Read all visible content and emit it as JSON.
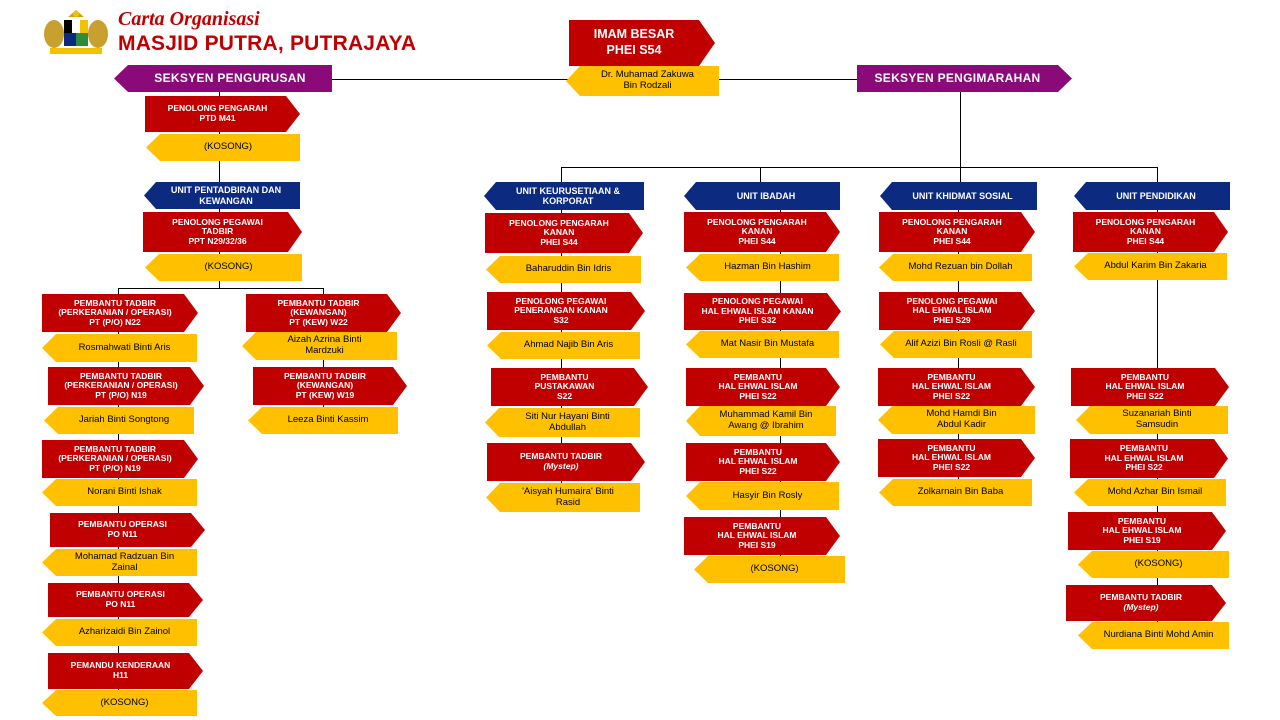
{
  "header": {
    "title_line1": "Carta Organisasi",
    "title_line2": "MASJID PUTRA, PUTRAJAYA"
  },
  "colors": {
    "red": "#c00000",
    "yellow": "#ffc000",
    "navy": "#0b2a80",
    "purple": "#8b0a7a"
  },
  "top": {
    "position_line1": "IMAM BESAR",
    "position_line2": "PHEI S54",
    "holder_line1": "Dr. Muhamad Zakuwa",
    "holder_line2": "Bin Rodzali"
  },
  "sections": {
    "left": "SEKSYEN PENGURUSAN",
    "right": "SEKSYEN PENGIMARAHAN"
  },
  "pengurusan": {
    "head": {
      "l1": "PENOLONG PENGARAH",
      "l2": "PTD M41",
      "holder": "(KOSONG)"
    },
    "unit": {
      "l1": "UNIT PENTADBIRAN DAN",
      "l2": "KEWANGAN"
    },
    "unit_head": {
      "l1": "PENOLONG PEGAWAI",
      "l2": "TADBIR",
      "l3": "PPT N29/32/36",
      "holder": "(KOSONG)"
    },
    "col_a": [
      {
        "l1": "PEMBANTU TADBIR",
        "l2": "(PERKERANIAN / OPERASI)",
        "l3": "PT (P/O) N22",
        "holder": "Rosmahwati Binti Aris"
      },
      {
        "l1": "PEMBANTU TADBIR",
        "l2": "(PERKERANIAN / OPERASI)",
        "l3": "PT (P/O) N19",
        "holder": "Jariah Binti Songtong"
      },
      {
        "l1": "PEMBANTU TADBIR",
        "l2": "(PERKERANIAN / OPERASI)",
        "l3": "PT (P/O) N19",
        "holder": "Norani Binti Ishak"
      },
      {
        "l1": "PEMBANTU OPERASI",
        "l2": "PO N11",
        "holder_l1": "Mohamad Radzuan Bin",
        "holder_l2": "Zainal"
      },
      {
        "l1": "PEMBANTU OPERASI",
        "l2": "PO N11",
        "holder": "Azharizaidi Bin Zainol"
      },
      {
        "l1": "PEMANDU KENDERAAN",
        "l2": "H11",
        "holder": "(KOSONG)"
      }
    ],
    "col_b": [
      {
        "l1": "PEMBANTU TADBIR",
        "l2": "(KEWANGAN)",
        "l3": "PT (KEW) W22",
        "holder_l1": "Aizah Azrina Binti",
        "holder_l2": "Mardzuki"
      },
      {
        "l1": "PEMBANTU TADBIR",
        "l2": "(KEWANGAN)",
        "l3": "PT (KEW) W19",
        "holder": "Leeza Binti Kassim"
      }
    ]
  },
  "units": {
    "keurusetiaan": {
      "name_l1": "UNIT KEURUSETIAAN &",
      "name_l2": "KORPORAT",
      "items": [
        {
          "l1": "PENOLONG PENGARAH",
          "l2": "KANAN",
          "l3": "PHEI S44",
          "holder": "Baharuddin Bin Idris"
        },
        {
          "l1": "PENOLONG PEGAWAI",
          "l2": "PENERANGAN KANAN",
          "l3": "S32",
          "holder": "Ahmad Najib Bin Aris"
        },
        {
          "l1": "PEMBANTU",
          "l2": "PUSTAKAWAN",
          "l3": "S22",
          "holder_l1": "Siti Nur Hayani Binti",
          "holder_l2": "Abdullah"
        },
        {
          "l1": "PEMBANTU TADBIR",
          "l2": "(Mystep)",
          "holder_l1": "'Aisyah Humaira' Binti",
          "holder_l2": "Rasid"
        }
      ]
    },
    "ibadah": {
      "name": "UNIT IBADAH",
      "items": [
        {
          "l1": "PENOLONG PENGARAH",
          "l2": "KANAN",
          "l3": "PHEI S44",
          "holder": "Hazman Bin Hashim"
        },
        {
          "l1": "PENOLONG PEGAWAI",
          "l2": "HAL EHWAL ISLAM KANAN",
          "l3": "PHEI S32",
          "holder": "Mat Nasir Bin Mustafa"
        },
        {
          "l1": "PEMBANTU",
          "l2": "HAL EHWAL ISLAM",
          "l3": "PHEI S22",
          "holder_l1": "Muhammad Kamil Bin",
          "holder_l2": "Awang @ Ibrahim"
        },
        {
          "l1": "PEMBANTU",
          "l2": "HAL EHWAL ISLAM",
          "l3": "PHEI S22",
          "holder": "Hasyir Bin Rosly"
        },
        {
          "l1": "PEMBANTU",
          "l2": "HAL EHWAL ISLAM",
          "l3": "PHEI S19",
          "holder": "(KOSONG)"
        }
      ]
    },
    "khidmat": {
      "name": "UNIT KHIDMAT SOSIAL",
      "items": [
        {
          "l1": "PENOLONG PENGARAH",
          "l2": "KANAN",
          "l3": "PHEI S44",
          "holder": "Mohd Rezuan bin Dollah"
        },
        {
          "l1": "PENOLONG PEGAWAI",
          "l2": "HAL EHWAL ISLAM",
          "l3": "PHEI S29",
          "holder": "Alif Azizi Bin Rosli @ Rasli"
        },
        {
          "l1": "PEMBANTU",
          "l2": "HAL EHWAL ISLAM",
          "l3": "PHEI S22",
          "holder_l1": "Mohd Hamdi Bin",
          "holder_l2": "Abdul Kadir"
        },
        {
          "l1": "PEMBANTU",
          "l2": "HAL EHWAL ISLAM",
          "l3": "PHEI S22",
          "holder": "Zolkarnain Bin Baba"
        }
      ]
    },
    "pendidikan": {
      "name": "UNIT PENDIDIKAN",
      "items": [
        {
          "l1": "PENOLONG PENGARAH",
          "l2": "KANAN",
          "l3": "PHEI S44",
          "holder": "Abdul Karim Bin Zakaria"
        },
        {
          "l1": "PEMBANTU",
          "l2": "HAL EHWAL ISLAM",
          "l3": "PHEI S22",
          "holder_l1": "Suzanariah Binti",
          "holder_l2": "Samsudin"
        },
        {
          "l1": "PEMBANTU",
          "l2": "HAL EHWAL ISLAM",
          "l3": "PHEI S22",
          "holder": "Mohd Azhar Bin Ismail"
        },
        {
          "l1": "PEMBANTU",
          "l2": "HAL EHWAL ISLAM",
          "l3": "PHEI S19",
          "holder": "(KOSONG)"
        },
        {
          "l1": "PEMBANTU TADBIR",
          "l2": "(Mystep)",
          "holder": "Nurdiana Binti Mohd Amin"
        }
      ]
    }
  }
}
